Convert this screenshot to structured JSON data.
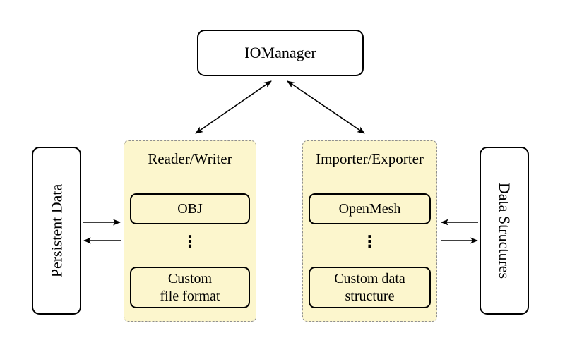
{
  "colors": {
    "background": "#ffffff",
    "accent_fill": "#fcf6cd",
    "dashed_border": "#8f8f8f",
    "node_border": "#000000",
    "box_fill": "#ffffff",
    "line_color": "#000000"
  },
  "nodes": {
    "io_manager": "IOManager",
    "persistent_data": "Persistent Data",
    "data_structures": "Data Structures"
  },
  "reader_writer": {
    "title": "Reader/Writer",
    "items": [
      "OBJ",
      "Custom\nfile format"
    ],
    "ellipsis": "⋮"
  },
  "importer_exporter": {
    "title": "Importer/Exporter",
    "items": [
      "OpenMesh",
      "Custom data\nstructure"
    ],
    "ellipsis": "⋮"
  }
}
